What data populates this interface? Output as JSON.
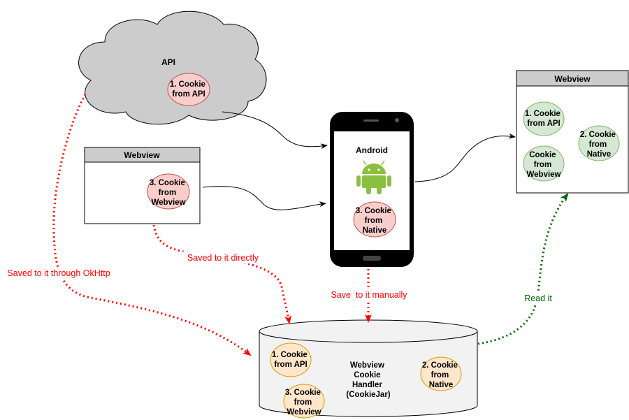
{
  "api": {
    "label": "API",
    "cookie": [
      "1. Cookie",
      "from API"
    ]
  },
  "webview_left": {
    "title": "Webview",
    "cookie": [
      "3. Cookie",
      "from",
      "Webview"
    ]
  },
  "android": {
    "label": "Android",
    "cookie": [
      "3. Cookie",
      "from",
      "Native"
    ]
  },
  "webview_right": {
    "title": "Webview",
    "cookie_api": [
      "1. Cookie",
      "from API"
    ],
    "cookie_webview": [
      "Cookie",
      "from",
      "Webview"
    ],
    "cookie_native": [
      "2. Cookie",
      "from",
      "Native"
    ]
  },
  "jar": {
    "label": [
      "Webview",
      "Cookie",
      "Handler",
      "(CookieJar)"
    ],
    "cookie_api": [
      "1. Cookie",
      "from API"
    ],
    "cookie_webview": [
      "3. Cookie",
      "from",
      "Webview"
    ],
    "cookie_native": [
      "2. Cookie",
      "from",
      "Native"
    ]
  },
  "edges": {
    "okhttp": "Saved to it through OkHttp",
    "directly": "Saved to it directly",
    "manually": "Save  to it manually",
    "read": "Read it"
  },
  "colors": {
    "red_fill": "#f8cecc",
    "red_stroke": "#b85450",
    "green_fill": "#d5e8d4",
    "green_stroke": "#82b366",
    "orange_fill": "#ffe6cc",
    "orange_stroke": "#d79b00",
    "cloud_fill": "#cccccc",
    "header_fill": "#cccccc",
    "red_edge": "#ff0000",
    "green_edge": "#006600",
    "android_green": "#8bbf3f"
  }
}
